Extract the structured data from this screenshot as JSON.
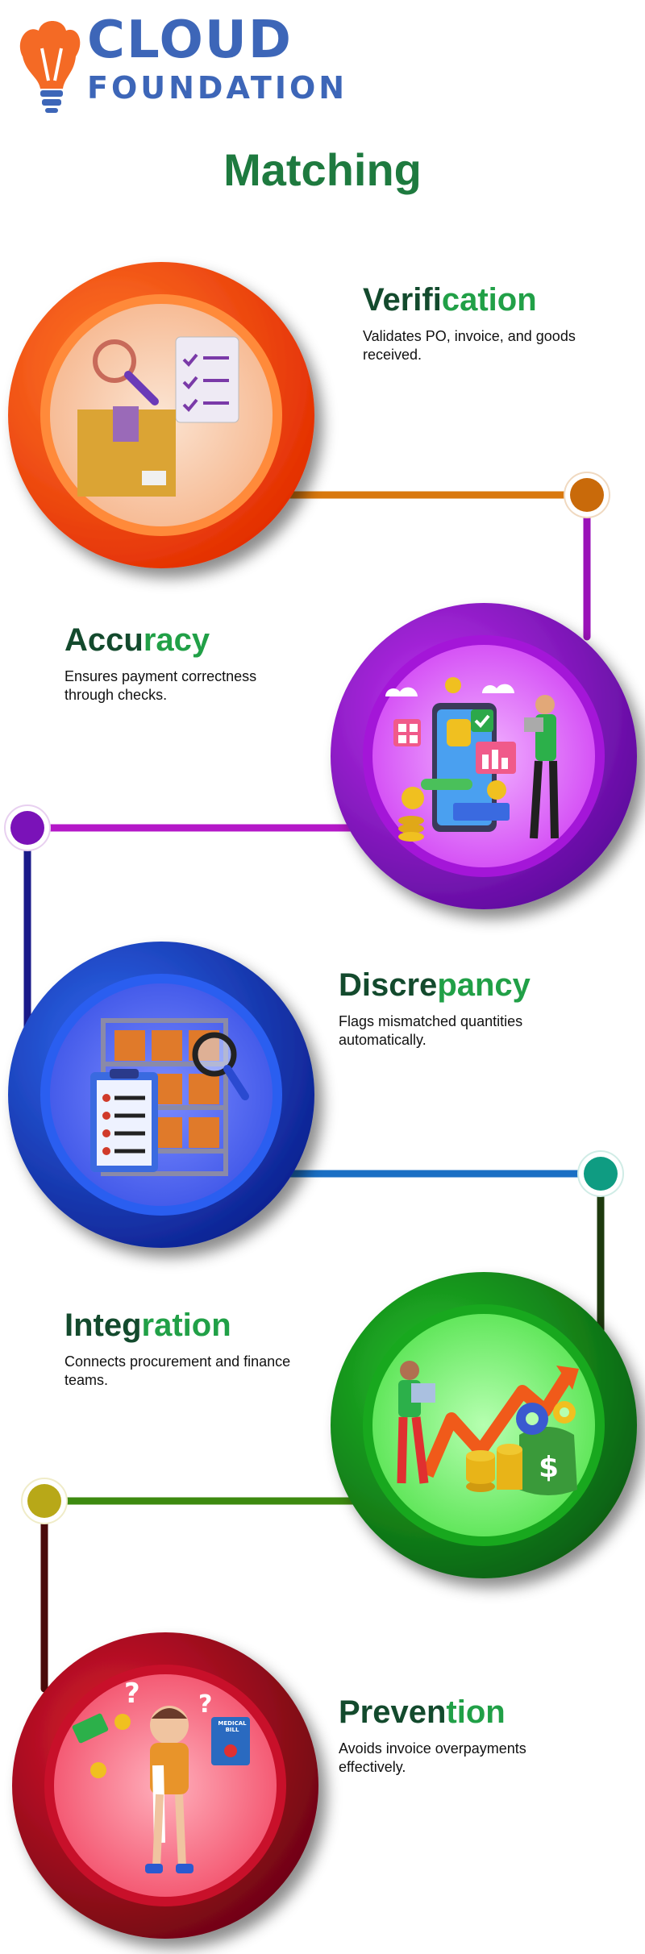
{
  "brand": {
    "line1": "CLOUD",
    "line2": "FOUNDATION",
    "logo_icon": "lightbulb-cloud-icon",
    "color": "#3d66b8"
  },
  "title": "Matching",
  "colors": {
    "title": "#1e7a3f",
    "heading_dark": "#134a2d",
    "heading_light": "#21a047"
  },
  "items": [
    {
      "heading_dark": "Verifi",
      "heading_light": "cation",
      "description": "Validates PO, invoice, and goods received.",
      "icon": "package-checklist-magnifier-icon",
      "color": "#ff6a1a"
    },
    {
      "heading_dark": "Accu",
      "heading_light": "racy",
      "description": "Ensures payment correctness through checks.",
      "icon": "person-phone-payments-icon",
      "color": "#b21fe0"
    },
    {
      "heading_dark": "Discre",
      "heading_light": "pancy",
      "description": "Flags mismatched quantities automatically.",
      "icon": "warehouse-shelves-clipboard-icon",
      "color": "#2152e0"
    },
    {
      "heading_dark": "Integ",
      "heading_light": "ration",
      "description": "Connects procurement and finance teams.",
      "icon": "growth-arrow-coins-icon",
      "color": "#1aa81a"
    },
    {
      "heading_dark": "Preven",
      "heading_light": "tion",
      "description": "Avoids invoice overpayments effectively.",
      "icon": "medical-bill-person-icon",
      "color": "#d8122d",
      "badge_line1": "MEDICAL",
      "badge_line2": "BILL"
    }
  ]
}
